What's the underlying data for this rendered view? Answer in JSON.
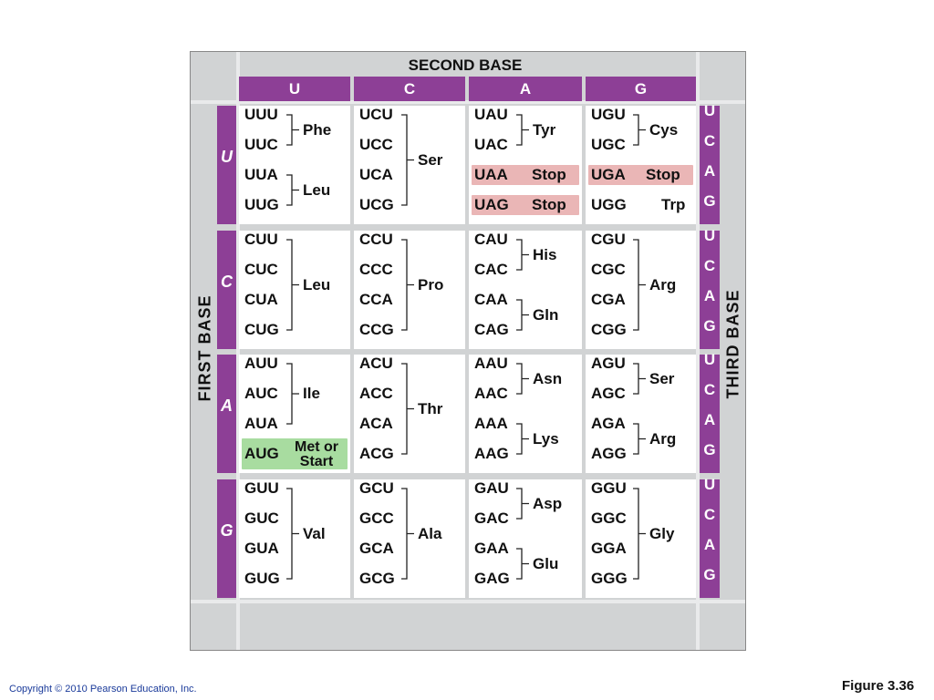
{
  "header": {
    "title": "SECOND BASE"
  },
  "second_base": [
    "U",
    "C",
    "A",
    "G"
  ],
  "first_base": [
    "U",
    "C",
    "A",
    "G"
  ],
  "third_base": [
    "U",
    "C",
    "A",
    "G"
  ],
  "labels": {
    "first_base": "FIRST BASE",
    "third_base": "THIRD BASE"
  },
  "rows": [
    {
      "cells": [
        {
          "codons": [
            "UUU",
            "UUC",
            "UUA",
            "UUG"
          ],
          "groups": [
            {
              "from": 0,
              "to": 1,
              "aa": "Phe"
            },
            {
              "from": 2,
              "to": 3,
              "aa": "Leu"
            }
          ]
        },
        {
          "codons": [
            "UCU",
            "UCC",
            "UCA",
            "UCG"
          ],
          "groups": [
            {
              "from": 0,
              "to": 3,
              "aa": "Ser"
            }
          ]
        },
        {
          "codons": [
            "UAU",
            "UAC",
            "UAA",
            "UAG"
          ],
          "groups": [
            {
              "from": 0,
              "to": 1,
              "aa": "Tyr"
            }
          ],
          "stops": [
            {
              "idx": 2,
              "label": "Stop"
            },
            {
              "idx": 3,
              "label": "Stop"
            }
          ]
        },
        {
          "codons": [
            "UGU",
            "UGC",
            "UGA",
            "UGG"
          ],
          "groups": [
            {
              "from": 0,
              "to": 1,
              "aa": "Cys"
            }
          ],
          "stops": [
            {
              "idx": 2,
              "label": "Stop"
            }
          ],
          "singles": [
            {
              "idx": 3,
              "aa": "Trp"
            }
          ]
        }
      ]
    },
    {
      "cells": [
        {
          "codons": [
            "CUU",
            "CUC",
            "CUA",
            "CUG"
          ],
          "groups": [
            {
              "from": 0,
              "to": 3,
              "aa": "Leu"
            }
          ]
        },
        {
          "codons": [
            "CCU",
            "CCC",
            "CCA",
            "CCG"
          ],
          "groups": [
            {
              "from": 0,
              "to": 3,
              "aa": "Pro"
            }
          ]
        },
        {
          "codons": [
            "CAU",
            "CAC",
            "CAA",
            "CAG"
          ],
          "groups": [
            {
              "from": 0,
              "to": 1,
              "aa": "His"
            },
            {
              "from": 2,
              "to": 3,
              "aa": "Gln"
            }
          ]
        },
        {
          "codons": [
            "CGU",
            "CGC",
            "CGA",
            "CGG"
          ],
          "groups": [
            {
              "from": 0,
              "to": 3,
              "aa": "Arg"
            }
          ]
        }
      ]
    },
    {
      "cells": [
        {
          "codons": [
            "AUU",
            "AUC",
            "AUA",
            "AUG"
          ],
          "groups": [
            {
              "from": 0,
              "to": 2,
              "aa": "Ile"
            }
          ],
          "start": {
            "idx": 3,
            "line1": "Met or",
            "line2": "Start"
          }
        },
        {
          "codons": [
            "ACU",
            "ACC",
            "ACA",
            "ACG"
          ],
          "groups": [
            {
              "from": 0,
              "to": 3,
              "aa": "Thr"
            }
          ]
        },
        {
          "codons": [
            "AAU",
            "AAC",
            "AAA",
            "AAG"
          ],
          "groups": [
            {
              "from": 0,
              "to": 1,
              "aa": "Asn"
            },
            {
              "from": 2,
              "to": 3,
              "aa": "Lys"
            }
          ]
        },
        {
          "codons": [
            "AGU",
            "AGC",
            "AGA",
            "AGG"
          ],
          "groups": [
            {
              "from": 0,
              "to": 1,
              "aa": "Ser"
            },
            {
              "from": 2,
              "to": 3,
              "aa": "Arg"
            }
          ]
        }
      ]
    },
    {
      "cells": [
        {
          "codons": [
            "GUU",
            "GUC",
            "GUA",
            "GUG"
          ],
          "groups": [
            {
              "from": 0,
              "to": 3,
              "aa": "Val"
            }
          ]
        },
        {
          "codons": [
            "GCU",
            "GCC",
            "GCA",
            "GCG"
          ],
          "groups": [
            {
              "from": 0,
              "to": 3,
              "aa": "Ala"
            }
          ]
        },
        {
          "codons": [
            "GAU",
            "GAC",
            "GAA",
            "GAG"
          ],
          "groups": [
            {
              "from": 0,
              "to": 1,
              "aa": "Asp"
            },
            {
              "from": 2,
              "to": 3,
              "aa": "Glu"
            }
          ]
        },
        {
          "codons": [
            "GGU",
            "GGC",
            "GGA",
            "GGG"
          ],
          "groups": [
            {
              "from": 0,
              "to": 3,
              "aa": "Gly"
            }
          ]
        }
      ]
    }
  ],
  "footer": {
    "copyright": "Copyright © 2010 Pearson Education, Inc.",
    "figure": "Figure 3.36"
  },
  "colors": {
    "purple": "#8d3f96",
    "stop": "#eab6b6",
    "start": "#a8dca0",
    "frame": "#d1d3d4"
  }
}
